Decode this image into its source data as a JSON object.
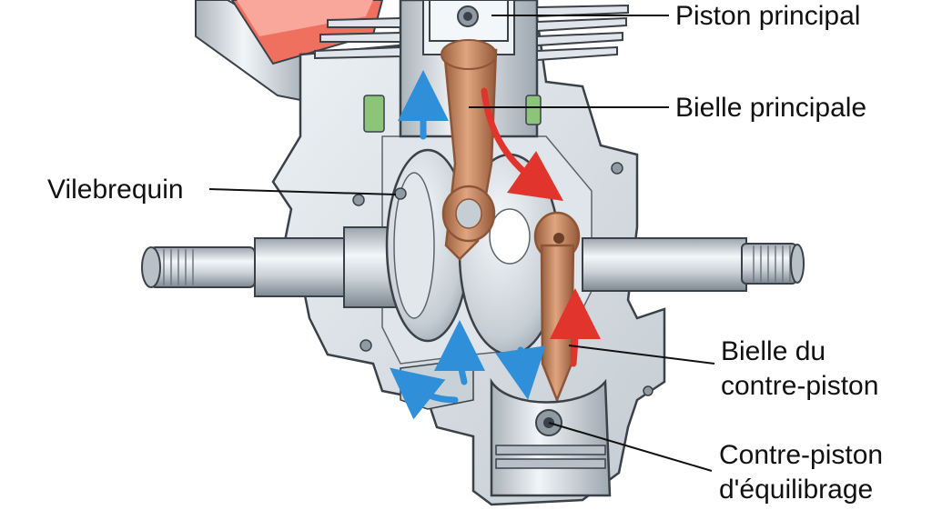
{
  "labels": {
    "piston_principal": "Piston principal",
    "bielle_principale": "Bielle principale",
    "vilebrequin": "Vilebrequin",
    "bielle_contre_piston": [
      "Bielle du",
      "contre-piston"
    ],
    "contre_piston": [
      "Contre-piston",
      "d'équilibrage"
    ]
  },
  "colors": {
    "metal_light": "#e9eef2",
    "metal_mid": "#c4ccd4",
    "metal_dark": "#7e8a95",
    "outline": "#3a4148",
    "rod_copper": "#c98a62",
    "rod_copper_dark": "#8c5638",
    "flow_blue": "#2f8fd8",
    "flow_red": "#e0342c",
    "gasket_green": "#8cc47a",
    "port_red": "#f0705f"
  }
}
